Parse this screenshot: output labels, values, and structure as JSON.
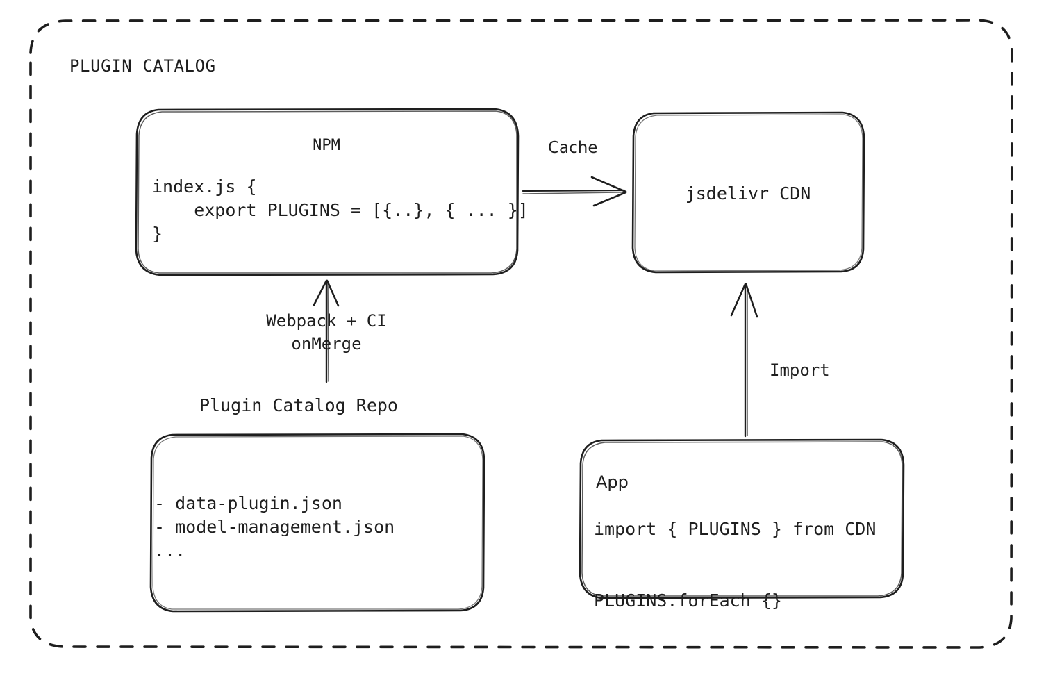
{
  "group": {
    "title": "PLUGIN CATALOG",
    "border_style": "dashed",
    "stroke_color": "#1e1e1e"
  },
  "nodes": {
    "npm": {
      "title": "NPM",
      "code": "index.js {\n    export PLUGINS = [{..}, { ... }]\n}"
    },
    "cdn": {
      "title": "jsdelivr CDN"
    },
    "repo": {
      "caption": "Plugin Catalog Repo",
      "items": "- data-plugin.json\n- model-management.json\n..."
    },
    "app": {
      "title": "App",
      "code": "import { PLUGINS } from CDN\n\nPLUGINS.forEach {}"
    }
  },
  "edges": {
    "cache": {
      "label": "Cache",
      "from": "npm",
      "to": "cdn",
      "direction": "right"
    },
    "webpack": {
      "label": "Webpack + CI\nonMerge",
      "from": "repo",
      "to": "npm",
      "direction": "up"
    },
    "import": {
      "label": "Import",
      "from": "app",
      "to": "cdn",
      "direction": "up"
    }
  },
  "colors": {
    "stroke": "#1e1e1e",
    "background": "#ffffff",
    "text": "#1e1e1e"
  }
}
